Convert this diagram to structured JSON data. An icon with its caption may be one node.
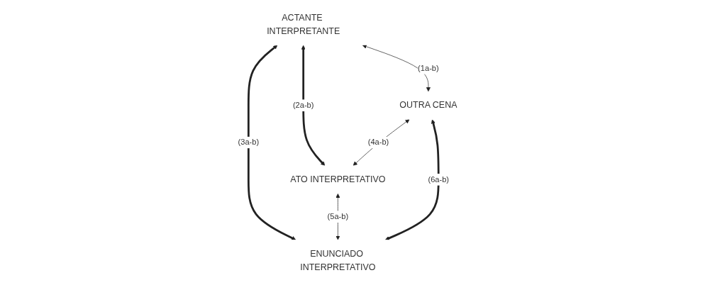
{
  "diagram": {
    "nodes": [
      {
        "text": [
          "ACTANTE INTERPRETANTE"
        ]
      },
      {
        "text": [
          "ATO INTERPRETATIVO"
        ]
      },
      {
        "text": [
          "OUTRA CENA"
        ]
      },
      {
        "text": [
          "ENUNCIADO INTERPRETATIVO"
        ]
      }
    ],
    "edges": [
      {
        "from": 0,
        "to": 2,
        "arrow": "both",
        "label": "(1a-b)"
      },
      {
        "from": 0,
        "to": 1,
        "arrow": "both",
        "label": "(2a-b)",
        "style": "thick"
      },
      {
        "from": 0,
        "to": 3,
        "arrow": "both",
        "label": "(3a-b)",
        "style": "thick"
      },
      {
        "from": 2,
        "to": 1,
        "arrow": "both",
        "label": "(4a-b)"
      },
      {
        "from": 1,
        "to": 3,
        "arrow": "both",
        "label": "(5a-b)"
      },
      {
        "from": 2,
        "to": 3,
        "arrow": "both",
        "label": "(6a-b)",
        "style": "thick"
      }
    ]
  }
}
